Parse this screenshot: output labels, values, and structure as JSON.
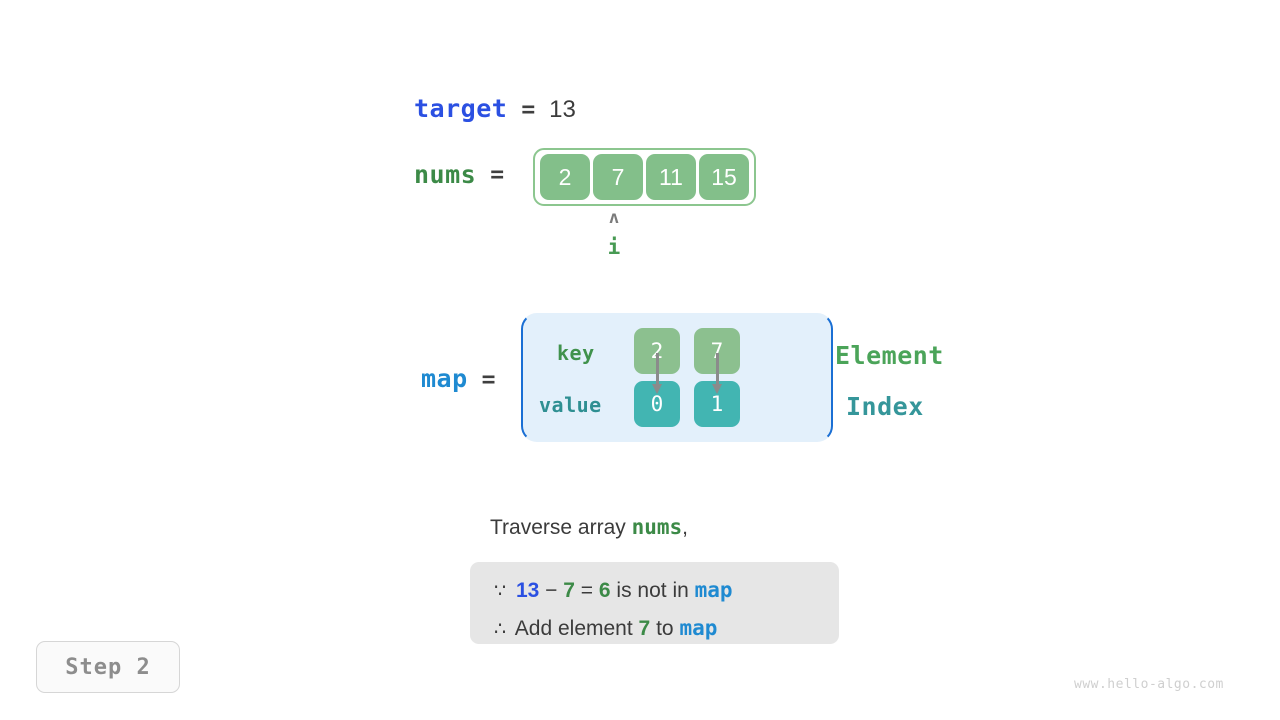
{
  "target": {
    "name": "target",
    "equals": "=",
    "value": "13"
  },
  "nums": {
    "name": "nums",
    "equals": "=",
    "cells": [
      "2",
      "7",
      "11",
      "15"
    ],
    "pointer": {
      "caret": "ʌ",
      "label": "i",
      "index": 1
    }
  },
  "map": {
    "name": "map",
    "equals": "=",
    "row_labels": {
      "key": "key",
      "value": "value"
    },
    "keys": [
      "2",
      "7"
    ],
    "values": [
      "0",
      "1"
    ],
    "legend": {
      "element": "Element",
      "index": "Index"
    }
  },
  "caption": {
    "prefix": "Traverse array ",
    "highlight": "nums",
    "suffix": ","
  },
  "note": {
    "line1": {
      "symbol": "∵",
      "a": "13",
      "op1": "−",
      "b": "7",
      "op2": "=",
      "c": "6",
      "text": "is not in",
      "map": "map"
    },
    "line2": {
      "symbol": "∴",
      "text1": "Add element",
      "value": "7",
      "text2": "to",
      "map": "map"
    }
  },
  "step": {
    "label": "Step 2"
  },
  "watermark": {
    "text": "www.hello-algo.com"
  },
  "colors": {
    "var_blue": "#2b50e2",
    "var_green": "#3c8a47",
    "map_blue": "#1f8ad1",
    "array_cell": "#83bf8a",
    "map_key_cell": "#8cc08f",
    "map_value_cell": "#42b5b2",
    "map_box_bg": "#e3f0fb",
    "map_box_border": "#1a6fd4",
    "note_bg": "#e6e6e6",
    "element_green": "#4ba459",
    "index_teal": "#35969a"
  }
}
